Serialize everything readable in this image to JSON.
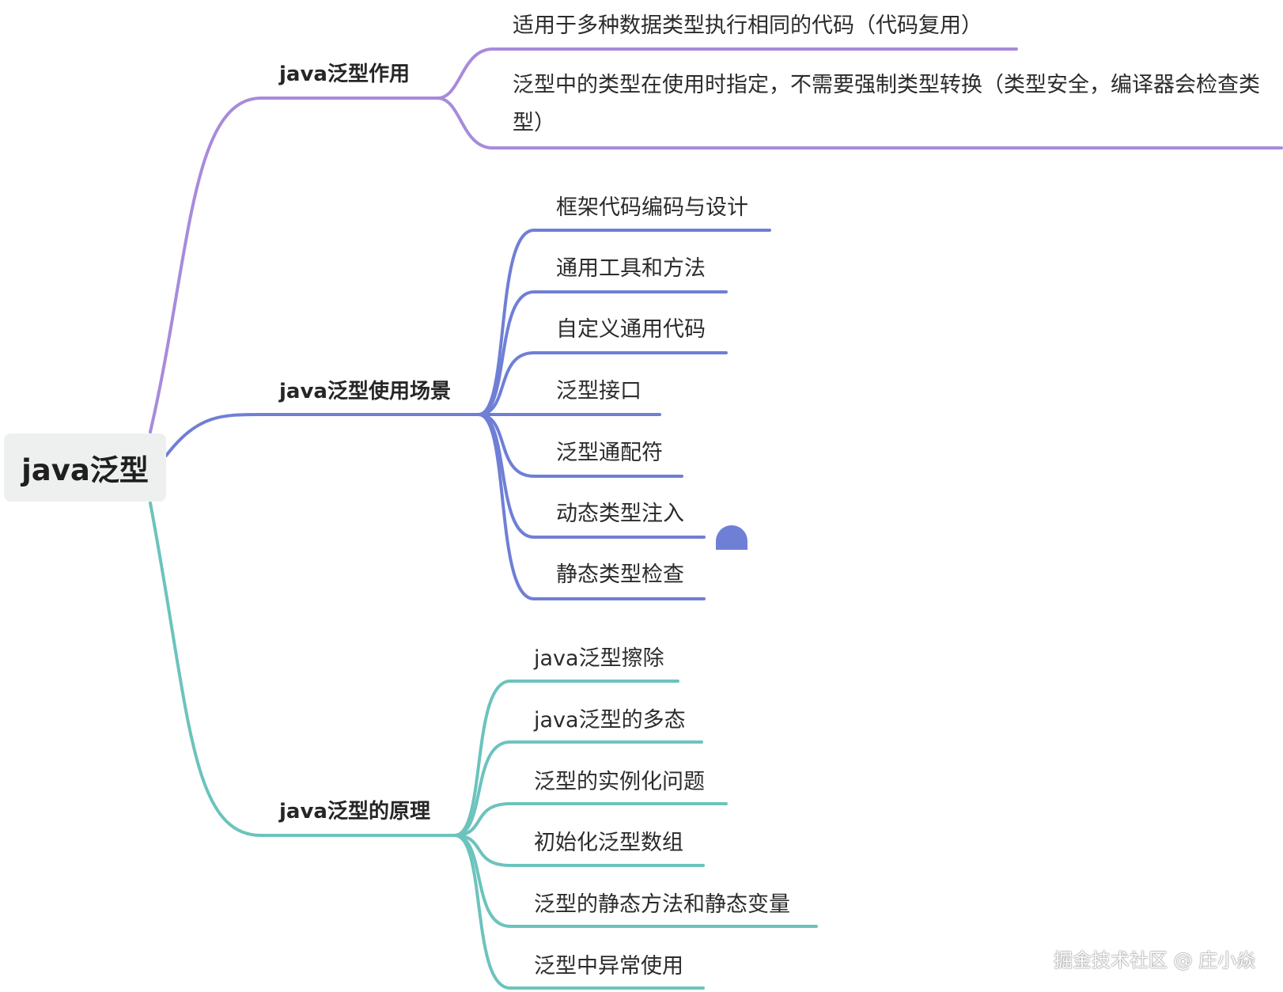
{
  "root": {
    "label": "java泛型"
  },
  "colors": {
    "purple": "#a78bdb",
    "blue": "#6f7fd6",
    "teal": "#6cc3bd"
  },
  "branches": [
    {
      "label": "java泛型作用",
      "children": [
        "适用于多种数据类型执行相同的代码（代码复用）",
        "泛型中的类型在使用时指定，不需要强制类型转换（类型安全，编译器会检查类型）"
      ]
    },
    {
      "label": "java泛型使用场景",
      "children": [
        "框架代码编码与设计",
        "通用工具和方法",
        "自定义通用代码",
        "泛型接口",
        "泛型通配符",
        "动态类型注入",
        "静态类型检查"
      ]
    },
    {
      "label": "java泛型的原理",
      "children": [
        "java泛型擦除",
        "java泛型的多态",
        "泛型的实例化问题",
        "初始化泛型数组",
        "泛型的静态方法和静态变量",
        "泛型中异常使用"
      ]
    }
  ],
  "watermark": "掘金技术社区 @ 庄小焱"
}
